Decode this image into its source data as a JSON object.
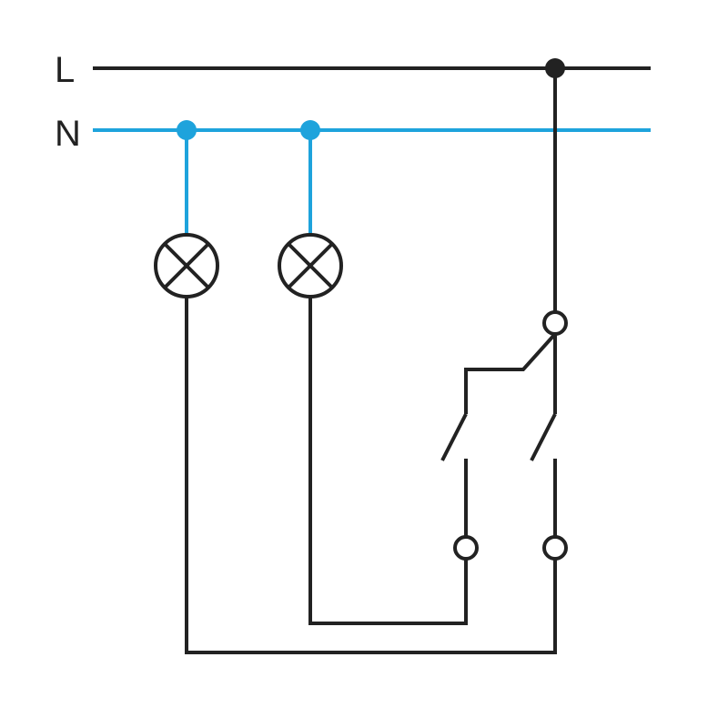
{
  "labels": {
    "line": "L",
    "neutral": "N"
  },
  "colors": {
    "line_wire": "#222222",
    "neutral_wire": "#1ea3dc",
    "background": "#ffffff"
  },
  "components": {
    "lamps": [
      "lamp-1",
      "lamp-2"
    ],
    "switch": "double-switch"
  }
}
